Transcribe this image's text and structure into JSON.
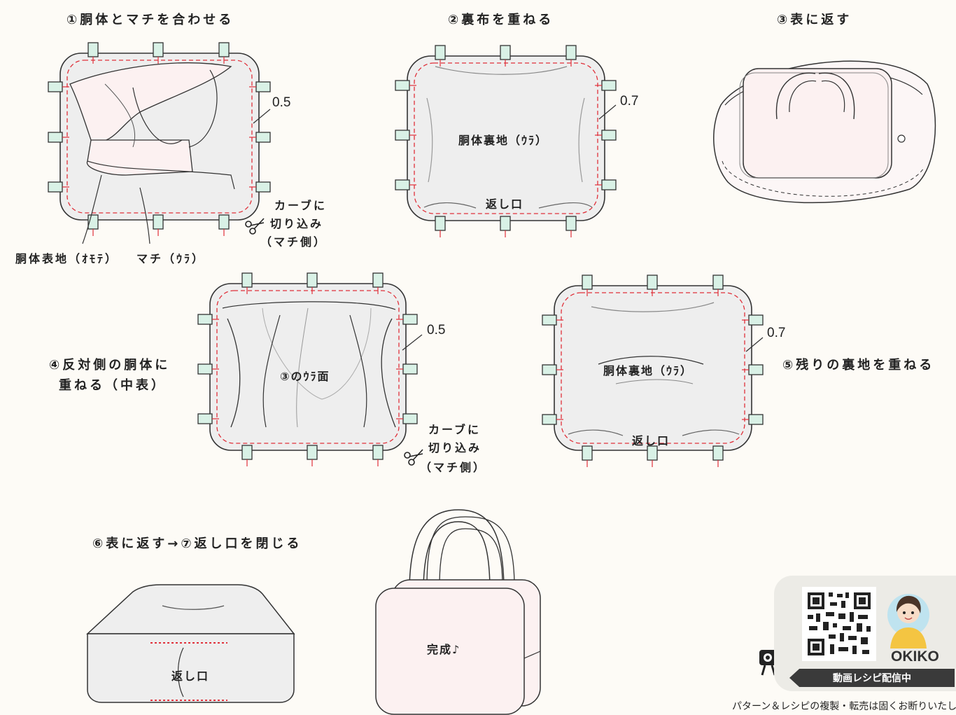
{
  "steps": {
    "s1": "①胴体とマチを合わせる",
    "s2": "②裏布を重ねる",
    "s3": "③表に返す",
    "s4_line1": "④反対側の胴体に",
    "s4_line2": "重ねる（中表）",
    "s5": "⑤残りの裏地を重ねる",
    "s6": "⑥表に返す→⑦返し口を閉じる"
  },
  "labels": {
    "seam_05": "0.5",
    "seam_07": "0.7",
    "curve_note_1": "カーブに",
    "curve_note_2": "切り込み",
    "curve_note_3": "（マチ側）",
    "body_outer": "胴体表地（ｵﾓﾃ）",
    "gusset": "マチ（ｳﾗ）",
    "body_lining": "胴体裏地（ｳﾗ）",
    "opening": "返し口",
    "step3_back": "③のｳﾗ面",
    "done": "完成♪"
  },
  "badge": {
    "brand": "OKIKO",
    "video": "動画レシピ配信中"
  },
  "footer": "パターン＆レシピの複製・転売は固くお断りいたし",
  "colors": {
    "background": "#fdfbf6",
    "fabric_grey": "#eeeeee",
    "fabric_pink": "#fcf1f1",
    "clip_green": "#d9f1e6",
    "stitch_red": "#e0303a",
    "outline": "#333333"
  },
  "icons": [
    "scissors-icon",
    "video-camera-icon",
    "qr-code-icon",
    "avatar-icon"
  ]
}
